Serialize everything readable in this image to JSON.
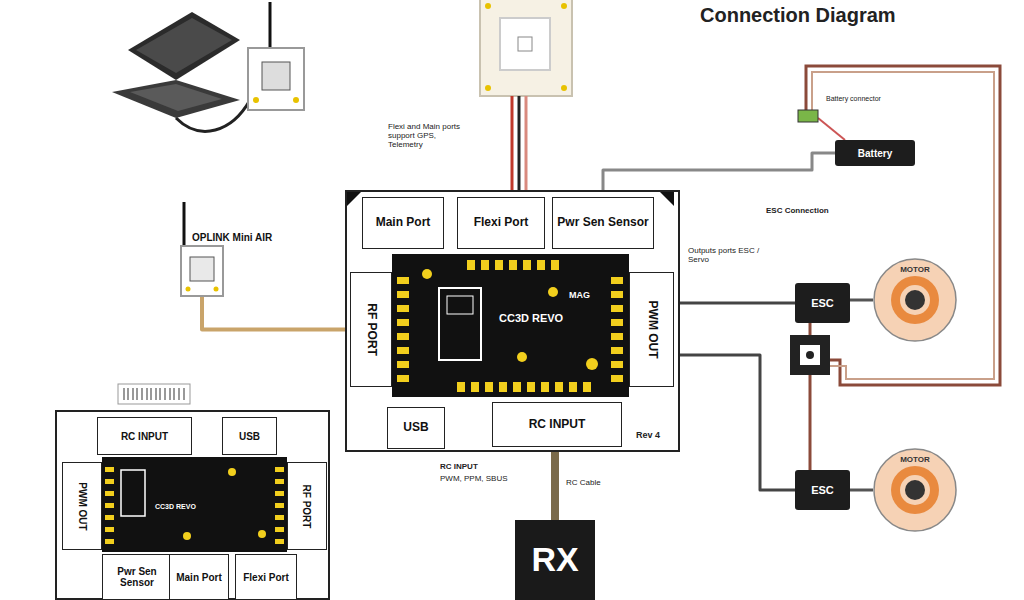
{
  "diagram": {
    "title": "Connection Diagram",
    "nodes": [
      {
        "text": [
          "CC3D REVO"
        ]
      },
      {
        "text": [
          "Main Port"
        ],
        "in": 0
      },
      {
        "text": [
          "Flexi Port"
        ],
        "in": 0
      },
      {
        "text": [
          "Pwr Sen Sensor"
        ],
        "in": 0
      },
      {
        "text": [
          "RF PORT"
        ],
        "in": 0
      },
      {
        "text": [
          "PWM OUT"
        ],
        "in": 0
      },
      {
        "text": [
          "USB"
        ],
        "in": 0
      },
      {
        "text": [
          "RC INPUT"
        ],
        "in": 0
      },
      {
        "text": [
          "OPLINK Mini AIR"
        ]
      },
      {
        "text": [
          "Battery"
        ]
      },
      {
        "text": [
          "ESC"
        ]
      },
      {
        "text": [
          "MOTOR"
        ]
      },
      {
        "text": [
          "ESC"
        ]
      },
      {
        "text": [
          "MOTOR"
        ]
      },
      {
        "text": [
          "RX"
        ]
      },
      {
        "text": [
          "CC3D REVO"
        ]
      },
      {
        "text": [
          "RC INPUT"
        ],
        "in": 15
      },
      {
        "text": [
          "USB"
        ],
        "in": 15
      },
      {
        "text": [
          "PWM OUT"
        ],
        "in": 15
      },
      {
        "text": [
          "RF PORT"
        ],
        "in": 15
      },
      {
        "text": [
          "Pwr Sen Sensor"
        ],
        "in": 15
      },
      {
        "text": [
          "Main Port"
        ],
        "in": 15
      },
      {
        "text": [
          "Flexi Port"
        ],
        "in": 15
      }
    ],
    "edges": [
      {
        "from": 8,
        "to": 4,
        "arrow": "none"
      },
      {
        "from": 9,
        "to": 3,
        "arrow": "none"
      },
      {
        "from": 5,
        "to": 10,
        "arrow": "none"
      },
      {
        "from": 5,
        "to": 12,
        "arrow": "none"
      },
      {
        "from": 10,
        "to": 11,
        "arrow": "none"
      },
      {
        "from": 12,
        "to": 13,
        "arrow": "none"
      },
      {
        "from": 14,
        "to": 7,
        "arrow": "none"
      }
    ],
    "labels": [
      "Flexi and Main ports support GPS, Telemetry",
      "MAG",
      "Rev 4",
      "Outputs ports ESC / Servo",
      "ESC Connection",
      "Battery connector",
      "RC INPUT",
      "PWM, PPM, SBUS",
      "RC Cable"
    ]
  }
}
